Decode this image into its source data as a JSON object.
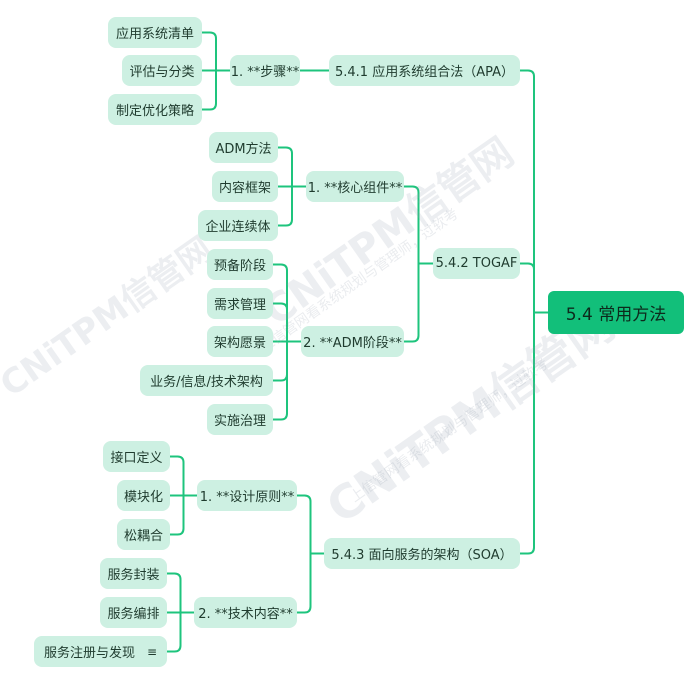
{
  "watermark": {
    "brand": "CNiTPM信管网",
    "slogan": "上信管网看系统规划与管理师，过软考"
  },
  "root": {
    "label": "5.4 常用方法"
  },
  "apa": {
    "label": "5.4.1 应用系统组合法（APA）",
    "steps": {
      "label": "1. **步骤**",
      "items": [
        "应用系统清单",
        "评估与分类",
        "制定优化策略"
      ]
    }
  },
  "togaf": {
    "label": "5.4.2 TOGAF",
    "core": {
      "label": "1. **核心组件**",
      "items": [
        "ADM方法",
        "内容框架",
        "企业连续体"
      ]
    },
    "adm": {
      "label": "2. **ADM阶段**",
      "items": [
        "预备阶段",
        "需求管理",
        "架构愿景",
        "业务/信息/技术架构",
        "实施治理"
      ]
    }
  },
  "soa": {
    "label": "5.4.3 面向服务的架构（SOA）",
    "design": {
      "label": "1. **设计原则**",
      "items": [
        "接口定义",
        "模块化",
        "松耦合"
      ]
    },
    "tech": {
      "label": "2. **技术内容**",
      "items": [
        "服务封装",
        "服务编排",
        "服务注册与发现"
      ],
      "note_icon": "≡"
    }
  },
  "colors": {
    "line": "#1ec47d",
    "node": "#cdf0e2",
    "root": "#12bf7a"
  }
}
